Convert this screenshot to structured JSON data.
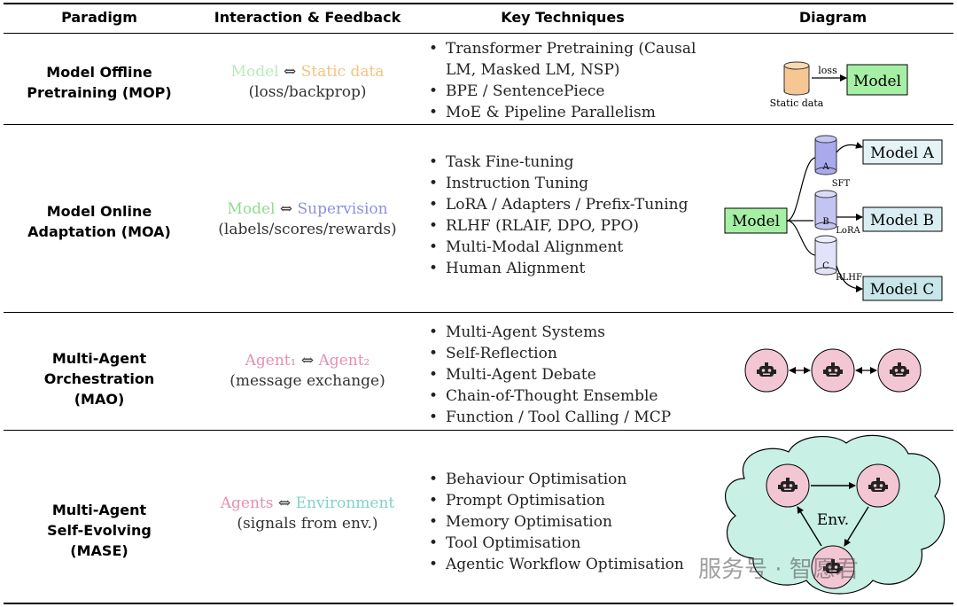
{
  "headers": {
    "paradigm": "Paradigm",
    "interaction": "Interaction & Feedback",
    "techniques": "Key Techniques",
    "diagram": "Diagram"
  },
  "colors": {
    "model_green": "#9de59d",
    "static_orange": "#f4c27f",
    "supervision_purple": "#8b8fe0",
    "agent_pink": "#e58fb0",
    "environment_teal": "#7fd4c4",
    "node_pink": "#f3c6d4",
    "box_green": "#a6f0a6",
    "box_blue": "#dcf1f4",
    "cloud_teal": "#c8f0e4"
  },
  "rows": [
    {
      "paradigm_l1": "Model Offline",
      "paradigm_l2": "Pretraining (MOP)",
      "left": "Model",
      "arrow": "⇔",
      "right": "Static data",
      "detail": "(loss/backprop)",
      "techniques": [
        "Transformer Pretraining (Causal",
        "LM, Masked LM, NSP)",
        "BPE / SentencePiece",
        "MoE & Pipeline Parallelism"
      ],
      "diagram": {
        "db_label": "Static data",
        "edge_label": "loss",
        "box_label": "Model"
      }
    },
    {
      "paradigm_l1": "Model Online",
      "paradigm_l2": "Adaptation (MOA)",
      "left": "Model",
      "arrow": "⇔",
      "right": "Supervision",
      "detail": "(labels/scores/rewards)",
      "techniques": [
        "Task Fine-tuning",
        "Instruction Tuning",
        "LoRA / Adapters / Prefix-Tuning",
        "RLHF (RLAIF, DPO, PPO)",
        "Multi-Modal Alignment",
        "Human Alignment"
      ],
      "diagram": {
        "source": "Model",
        "db_a": "A",
        "db_b": "B",
        "db_c": "C",
        "label_a": "SFT",
        "label_b": "LoRA",
        "label_c": "RLHF",
        "out_a": "Model A",
        "out_b": "Model B",
        "out_c": "Model C"
      }
    },
    {
      "paradigm_l1": "Multi-Agent",
      "paradigm_l2": "Orchestration (MAO)",
      "left": "Agent₁",
      "arrow": "⇔",
      "right": "Agent₂",
      "detail": "(message exchange)",
      "techniques": [
        "Multi-Agent Systems",
        "Self-Reflection",
        "Multi-Agent Debate",
        "Chain-of-Thought Ensemble",
        "Function / Tool Calling / MCP"
      ],
      "diagram": {
        "icon": "robot-icon"
      }
    },
    {
      "paradigm_l1": "Multi-Agent",
      "paradigm_l2": "Self-Evolving (MASE)",
      "left": "Agents",
      "arrow": "⇔",
      "right": "Environment",
      "detail": "(signals from env.)",
      "techniques": [
        "Behaviour Optimisation",
        "Prompt Optimisation",
        "Memory Optimisation",
        "Tool Optimisation",
        "Agentic Workflow Optimisation"
      ],
      "diagram": {
        "env_label": "Env.",
        "icon": "robot-icon"
      }
    }
  ],
  "watermark": "服务号 · 智愿君"
}
